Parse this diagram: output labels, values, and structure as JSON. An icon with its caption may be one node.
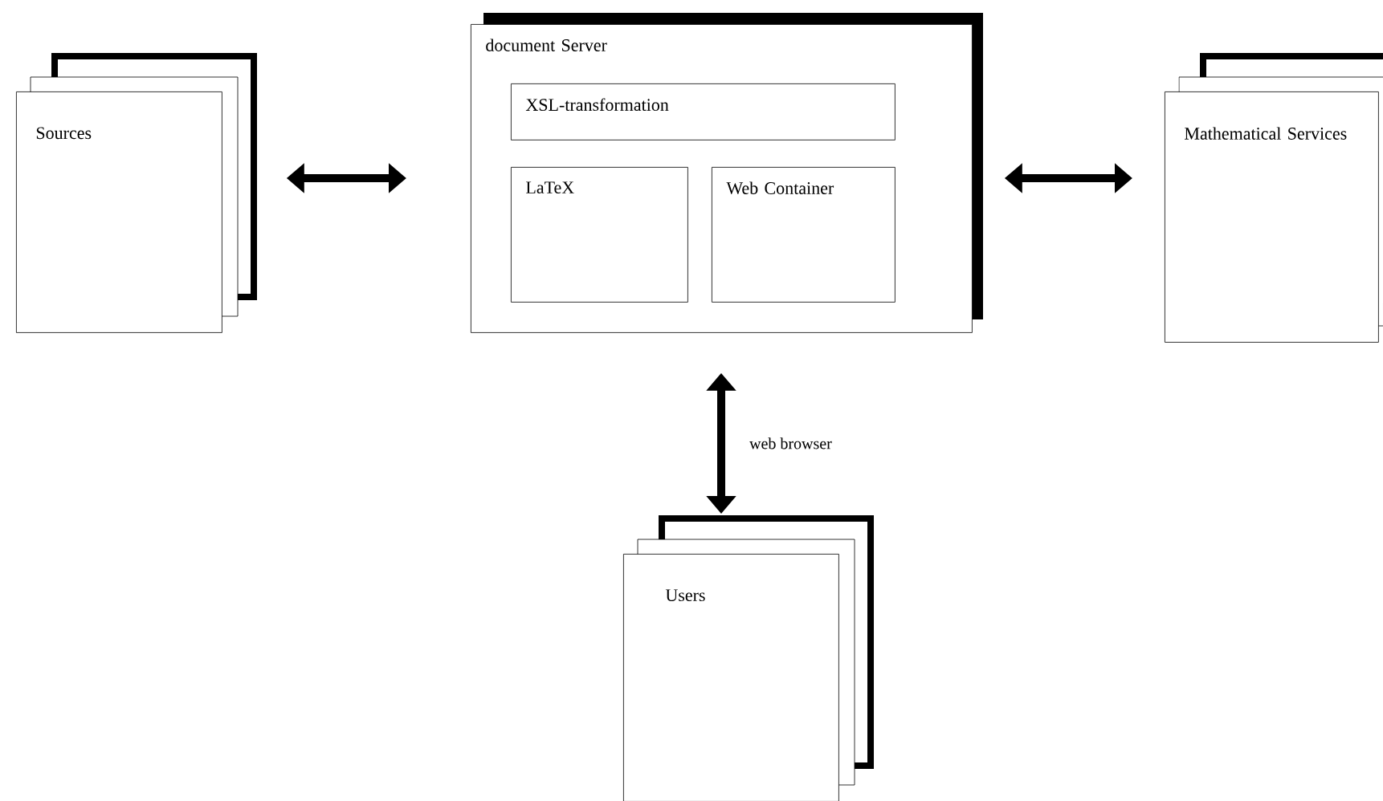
{
  "diagram": {
    "nodes": [
      {
        "text": [
          "Sources"
        ]
      },
      {
        "text": [
          "document Server"
        ]
      },
      {
        "text": [
          "XSL-transformation"
        ],
        "in": 1
      },
      {
        "text": [
          "LaTeX"
        ],
        "in": 1
      },
      {
        "text": [
          "Web Container"
        ],
        "in": 1
      },
      {
        "text": [
          "Mathematical Services"
        ]
      },
      {
        "text": [
          "Users"
        ]
      }
    ],
    "edges": [
      {
        "from": 0,
        "to": 1,
        "arrow": "both"
      },
      {
        "from": 1,
        "to": 5,
        "arrow": "both"
      },
      {
        "from": 1,
        "to": 6,
        "arrow": "both",
        "label": "web browser"
      }
    ]
  }
}
